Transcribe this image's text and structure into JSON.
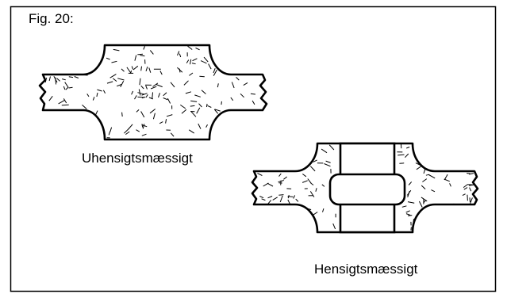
{
  "figure": {
    "caption": "Fig. 20:",
    "label_unfavorable": "Uhensigtsmæssigt",
    "label_favorable": "Hensigtsmæssigt"
  },
  "colors": {
    "stroke": "#000000",
    "background": "#ffffff"
  }
}
